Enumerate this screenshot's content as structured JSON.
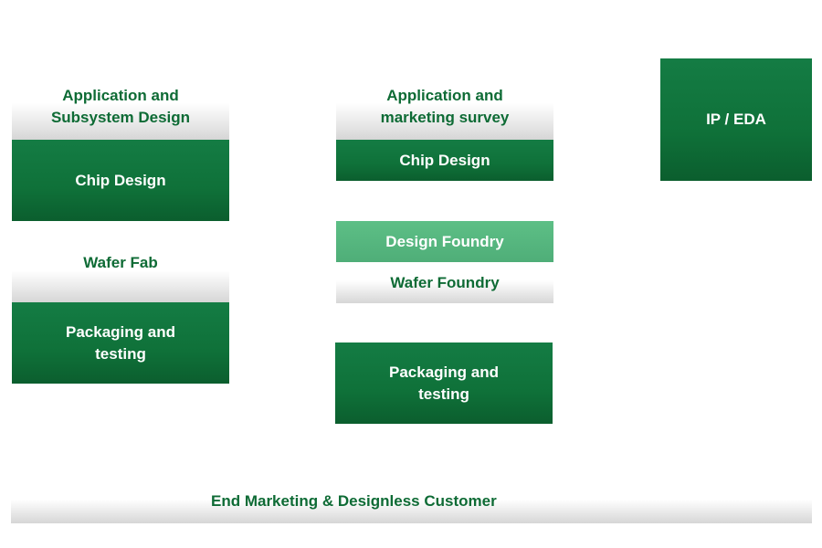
{
  "colors": {
    "primary_green": "#0f7139",
    "light_green": "#4fae78",
    "text_green": "#0e6b35",
    "gray_bottom": "#d6d6d6"
  },
  "columns": {
    "left": {
      "application": "Application and\nSubsystem Design",
      "chip_design": "Chip Design",
      "wafer_fab": "Wafer Fab",
      "packaging": "Packaging and\ntesting"
    },
    "middle": {
      "application": "Application and\nmarketing survey",
      "chip_design": "Chip Design",
      "design_foundry": "Design Foundry",
      "wafer_foundry": "Wafer Foundry",
      "packaging": "Packaging and\ntesting"
    },
    "right": {
      "ip_eda": "IP / EDA"
    }
  },
  "footer": {
    "customer": "End Marketing & Designless Customer"
  }
}
